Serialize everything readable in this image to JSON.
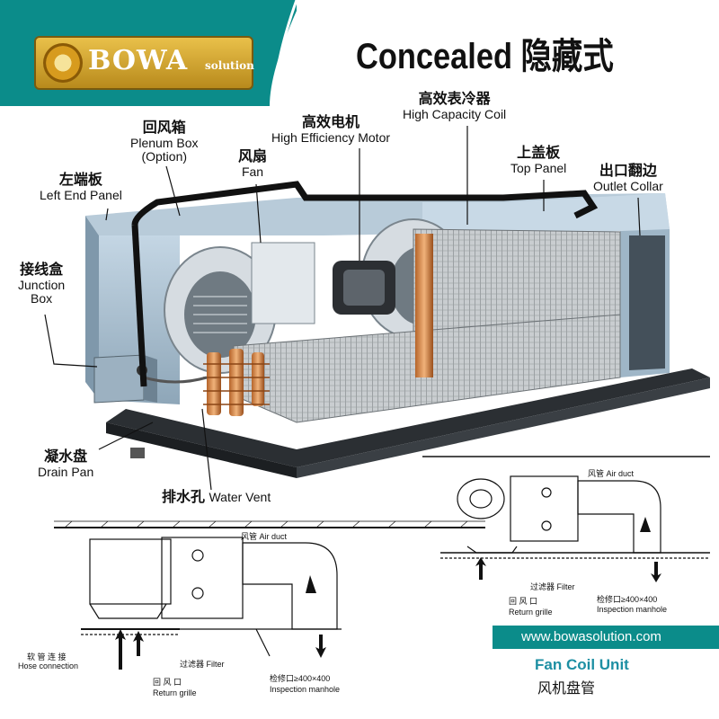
{
  "header": {
    "logo_name": "BOWA",
    "logo_suffix": "solution",
    "title": "Concealed 隐藏式",
    "colors": {
      "teal": "#0b8c8a",
      "gold": "#d4a12c"
    }
  },
  "components": {
    "plenum_box": {
      "zh": "回风箱",
      "en1": "Plenum Box",
      "en2": "(Option)"
    },
    "motor": {
      "zh": "高效电机",
      "en": "High Efficiency Motor"
    },
    "coil": {
      "zh": "高效表冷器",
      "en": "High Capacity Coil"
    },
    "fan": {
      "zh": "风扇",
      "en": "Fan"
    },
    "top_panel": {
      "zh": "上盖板",
      "en": "Top Panel"
    },
    "left_end_panel": {
      "zh": "左端板",
      "en": "Left End Panel"
    },
    "outlet_collar": {
      "zh": "出口翻边",
      "en": "Outlet Collar"
    },
    "junction_box": {
      "zh": "接线盒",
      "en1": "Junction",
      "en2": "Box"
    },
    "drain_pan": {
      "zh": "凝水盘",
      "en": "Drain Pan"
    },
    "water_vent": {
      "zh": "排水孔",
      "en": "Water Vent"
    }
  },
  "install_diagram_1": {
    "air_duct": "风管 Air duct",
    "hose_zh": "软 管 连 接",
    "hose_en": "Hose connection",
    "filter": "过滤器 Filter",
    "return_zh": "回 风 口",
    "return_en": "Return grille",
    "manhole_zh": "检修口≥400×400",
    "manhole_en": "Inspection manhole"
  },
  "install_diagram_2": {
    "air_duct": "风管 Air duct",
    "filter": "过滤器 Filter",
    "return_zh": "回 风 口",
    "return_en": "Return grille",
    "manhole_zh": "检修口≥400×400",
    "manhole_en": "Inspection manhole"
  },
  "footer": {
    "url": "www.bowasolution.com",
    "product_en": "Fan Coil Unit",
    "product_zh": "风机盘管"
  }
}
